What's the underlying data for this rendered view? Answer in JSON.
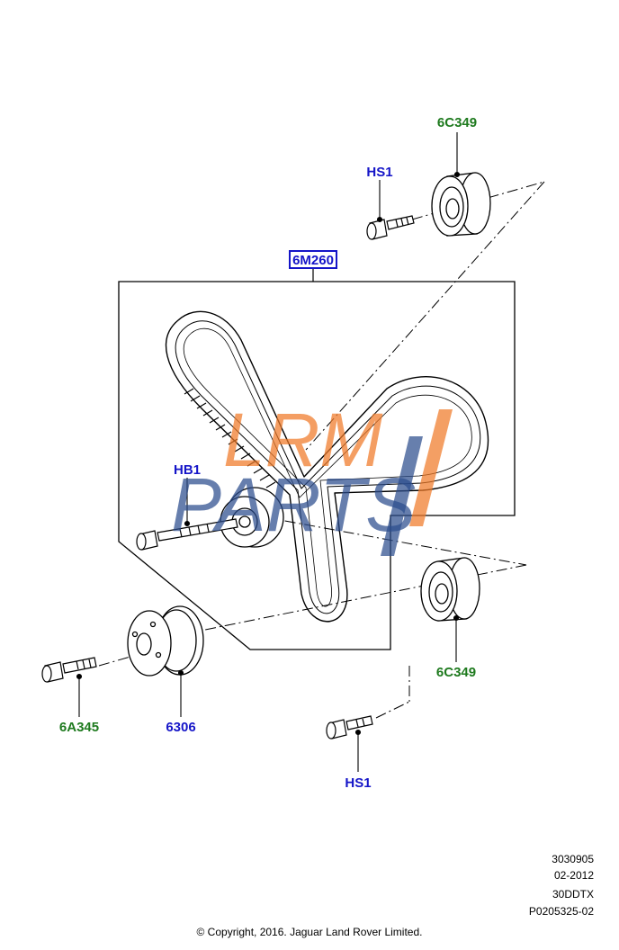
{
  "colors": {
    "callout_green": "#1e7a1e",
    "callout_blue": "#1515c8",
    "highlight_box": "#1515c8",
    "watermark_orange": "#f07a28",
    "watermark_blue": "#2c4d8e"
  },
  "callouts": {
    "tensioner_pulley_top": "6C349",
    "bolt_top": "HS1",
    "belt_kit": "6M260",
    "bolt_idler": "HB1",
    "tensioner_pulley_bottom": "6C349",
    "bolt_crank": "6A345",
    "crank_sprocket": "6306",
    "bolt_bottom": "HS1"
  },
  "watermark": {
    "line1": "LRM",
    "line2": "PARTS"
  },
  "metadata": {
    "line1": "3030905",
    "line2": "02-2012",
    "line3": "30DDTX",
    "line4": "P0205325-02"
  },
  "copyright": "© Copyright, 2016. Jaguar Land Rover Limited."
}
